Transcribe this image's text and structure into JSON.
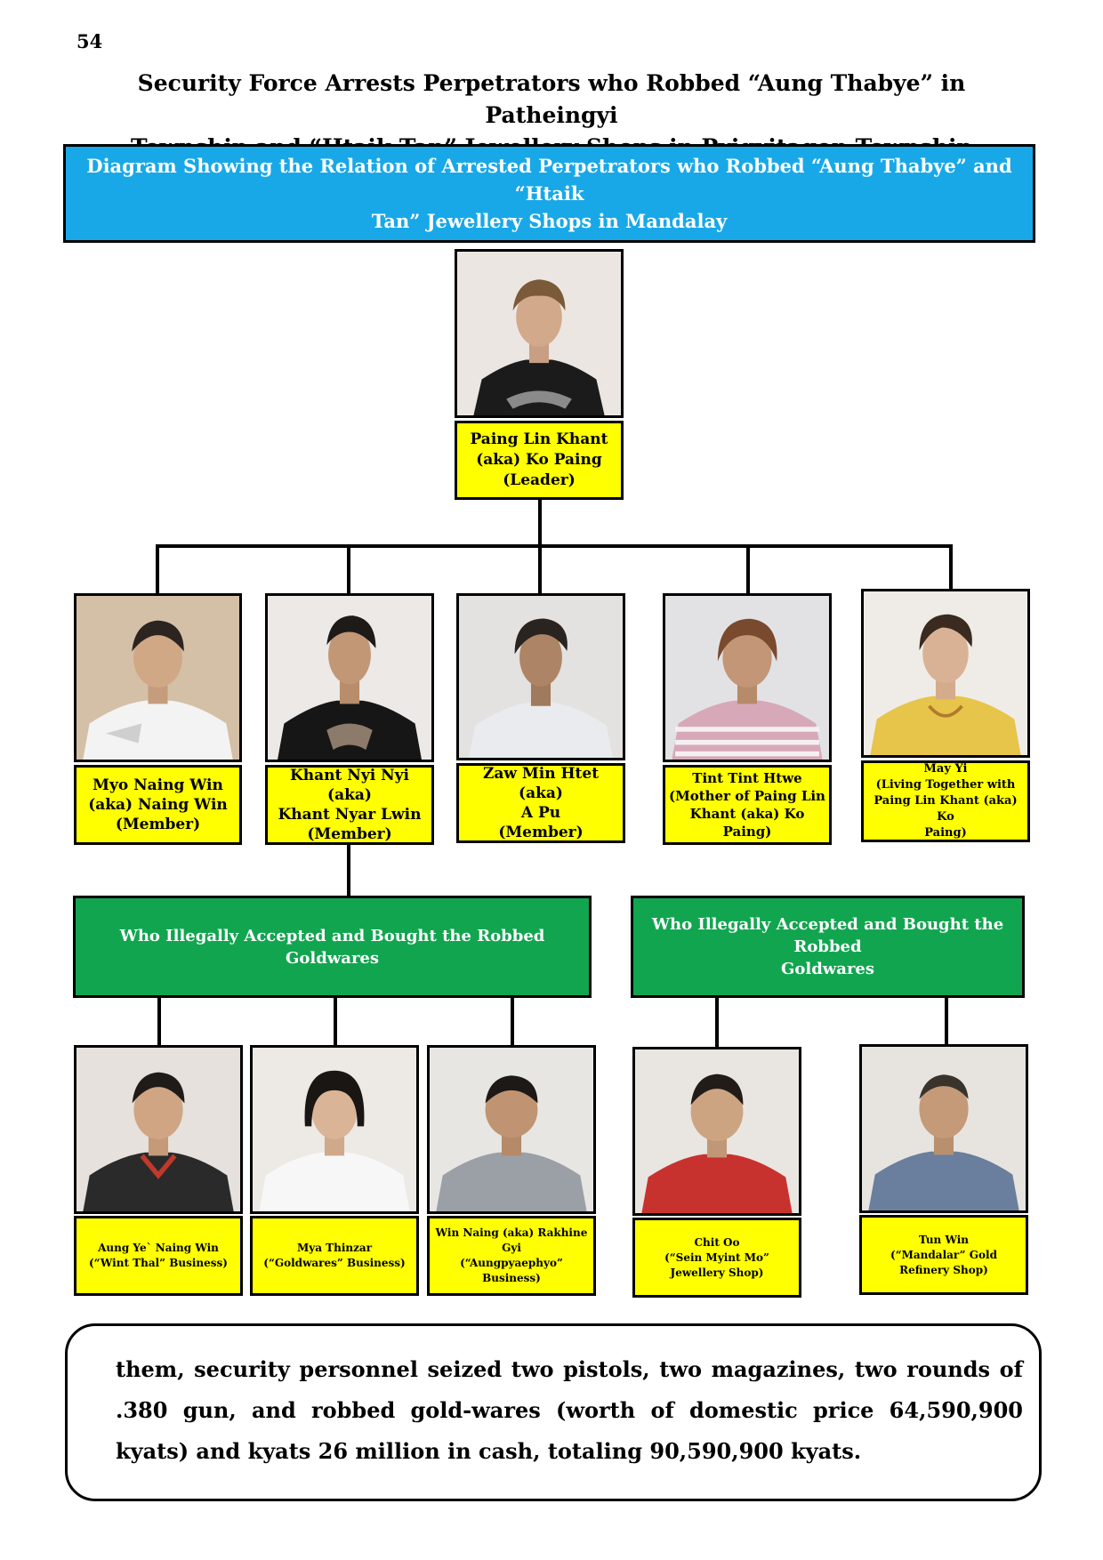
{
  "page_number": "54",
  "title_line1": "Security Force Arrests Perpetrators who Robbed “Aung Thabye” in Patheingyi",
  "title_line2": "Township and “Htaik Tan” Jewellery Shops in Pyigyitagon Township",
  "header_line1": "Diagram Showing the Relation of Arrested Perpetrators who Robbed “Aung Thabye” and “Htaik",
  "header_line2": "Tan” Jewellery Shops in Mandalay",
  "leader": {
    "line1": "Paing Lin Khant",
    "line2": "(aka) Ko Paing",
    "line3": "(Leader)"
  },
  "members": [
    {
      "line1": "Myo Naing Win",
      "line2": "(aka) Naing Win",
      "line3": "(Member)"
    },
    {
      "line1": "Khant Nyi Nyi (aka)",
      "line2": "Khant Nyar Lwin",
      "line3": "(Member)"
    },
    {
      "line1": "Zaw Min Htet (aka)",
      "line2": "A Pu",
      "line3": "(Member)"
    },
    {
      "line1": "Tint Tint Htwe",
      "line2": "(Mother of Paing Lin",
      "line3": "Khant (aka) Ko Paing)"
    },
    {
      "line1": "May Yi",
      "line2": "(Living Together with",
      "line3": "Paing Lin Khant (aka) Ko",
      "line4": "Paing)"
    }
  ],
  "green_left": "Who Illegally Accepted and Bought the Robbed Goldwares",
  "green_right_line1": "Who Illegally Accepted and Bought the Robbed",
  "green_right_line2": "Goldwares",
  "buyers": [
    {
      "line1": "Aung Ye` Naing Win",
      "line2": "(“Wint Thal” Business)"
    },
    {
      "line1": "Mya Thinzar",
      "line2": "(“Goldwares” Business)"
    },
    {
      "line1": "Win Naing (aka) Rakhine",
      "line2": "Gyi",
      "line3": "(“Aungpyaephyo”",
      "line4": "Business)"
    },
    {
      "line1": "Chit Oo",
      "line2": "(“Sein Myint Mo”",
      "line3": "Jewellery Shop)"
    },
    {
      "line1": "Tun Win",
      "line2": "(“Mandalar”   Gold",
      "line3": "Refinery Shop)"
    }
  ],
  "paragraph": "them, security personnel seized two pistols, two magazines, two rounds of .380 gun, and robbed gold-wares (worth of domestic price 64,590,900 kyats) and kyats 26 million in cash, totaling 90,590,900 kyats.",
  "colors": {
    "header_blue": "#18a8e8",
    "label_yellow": "#ffff00",
    "group_green": "#12a550"
  }
}
